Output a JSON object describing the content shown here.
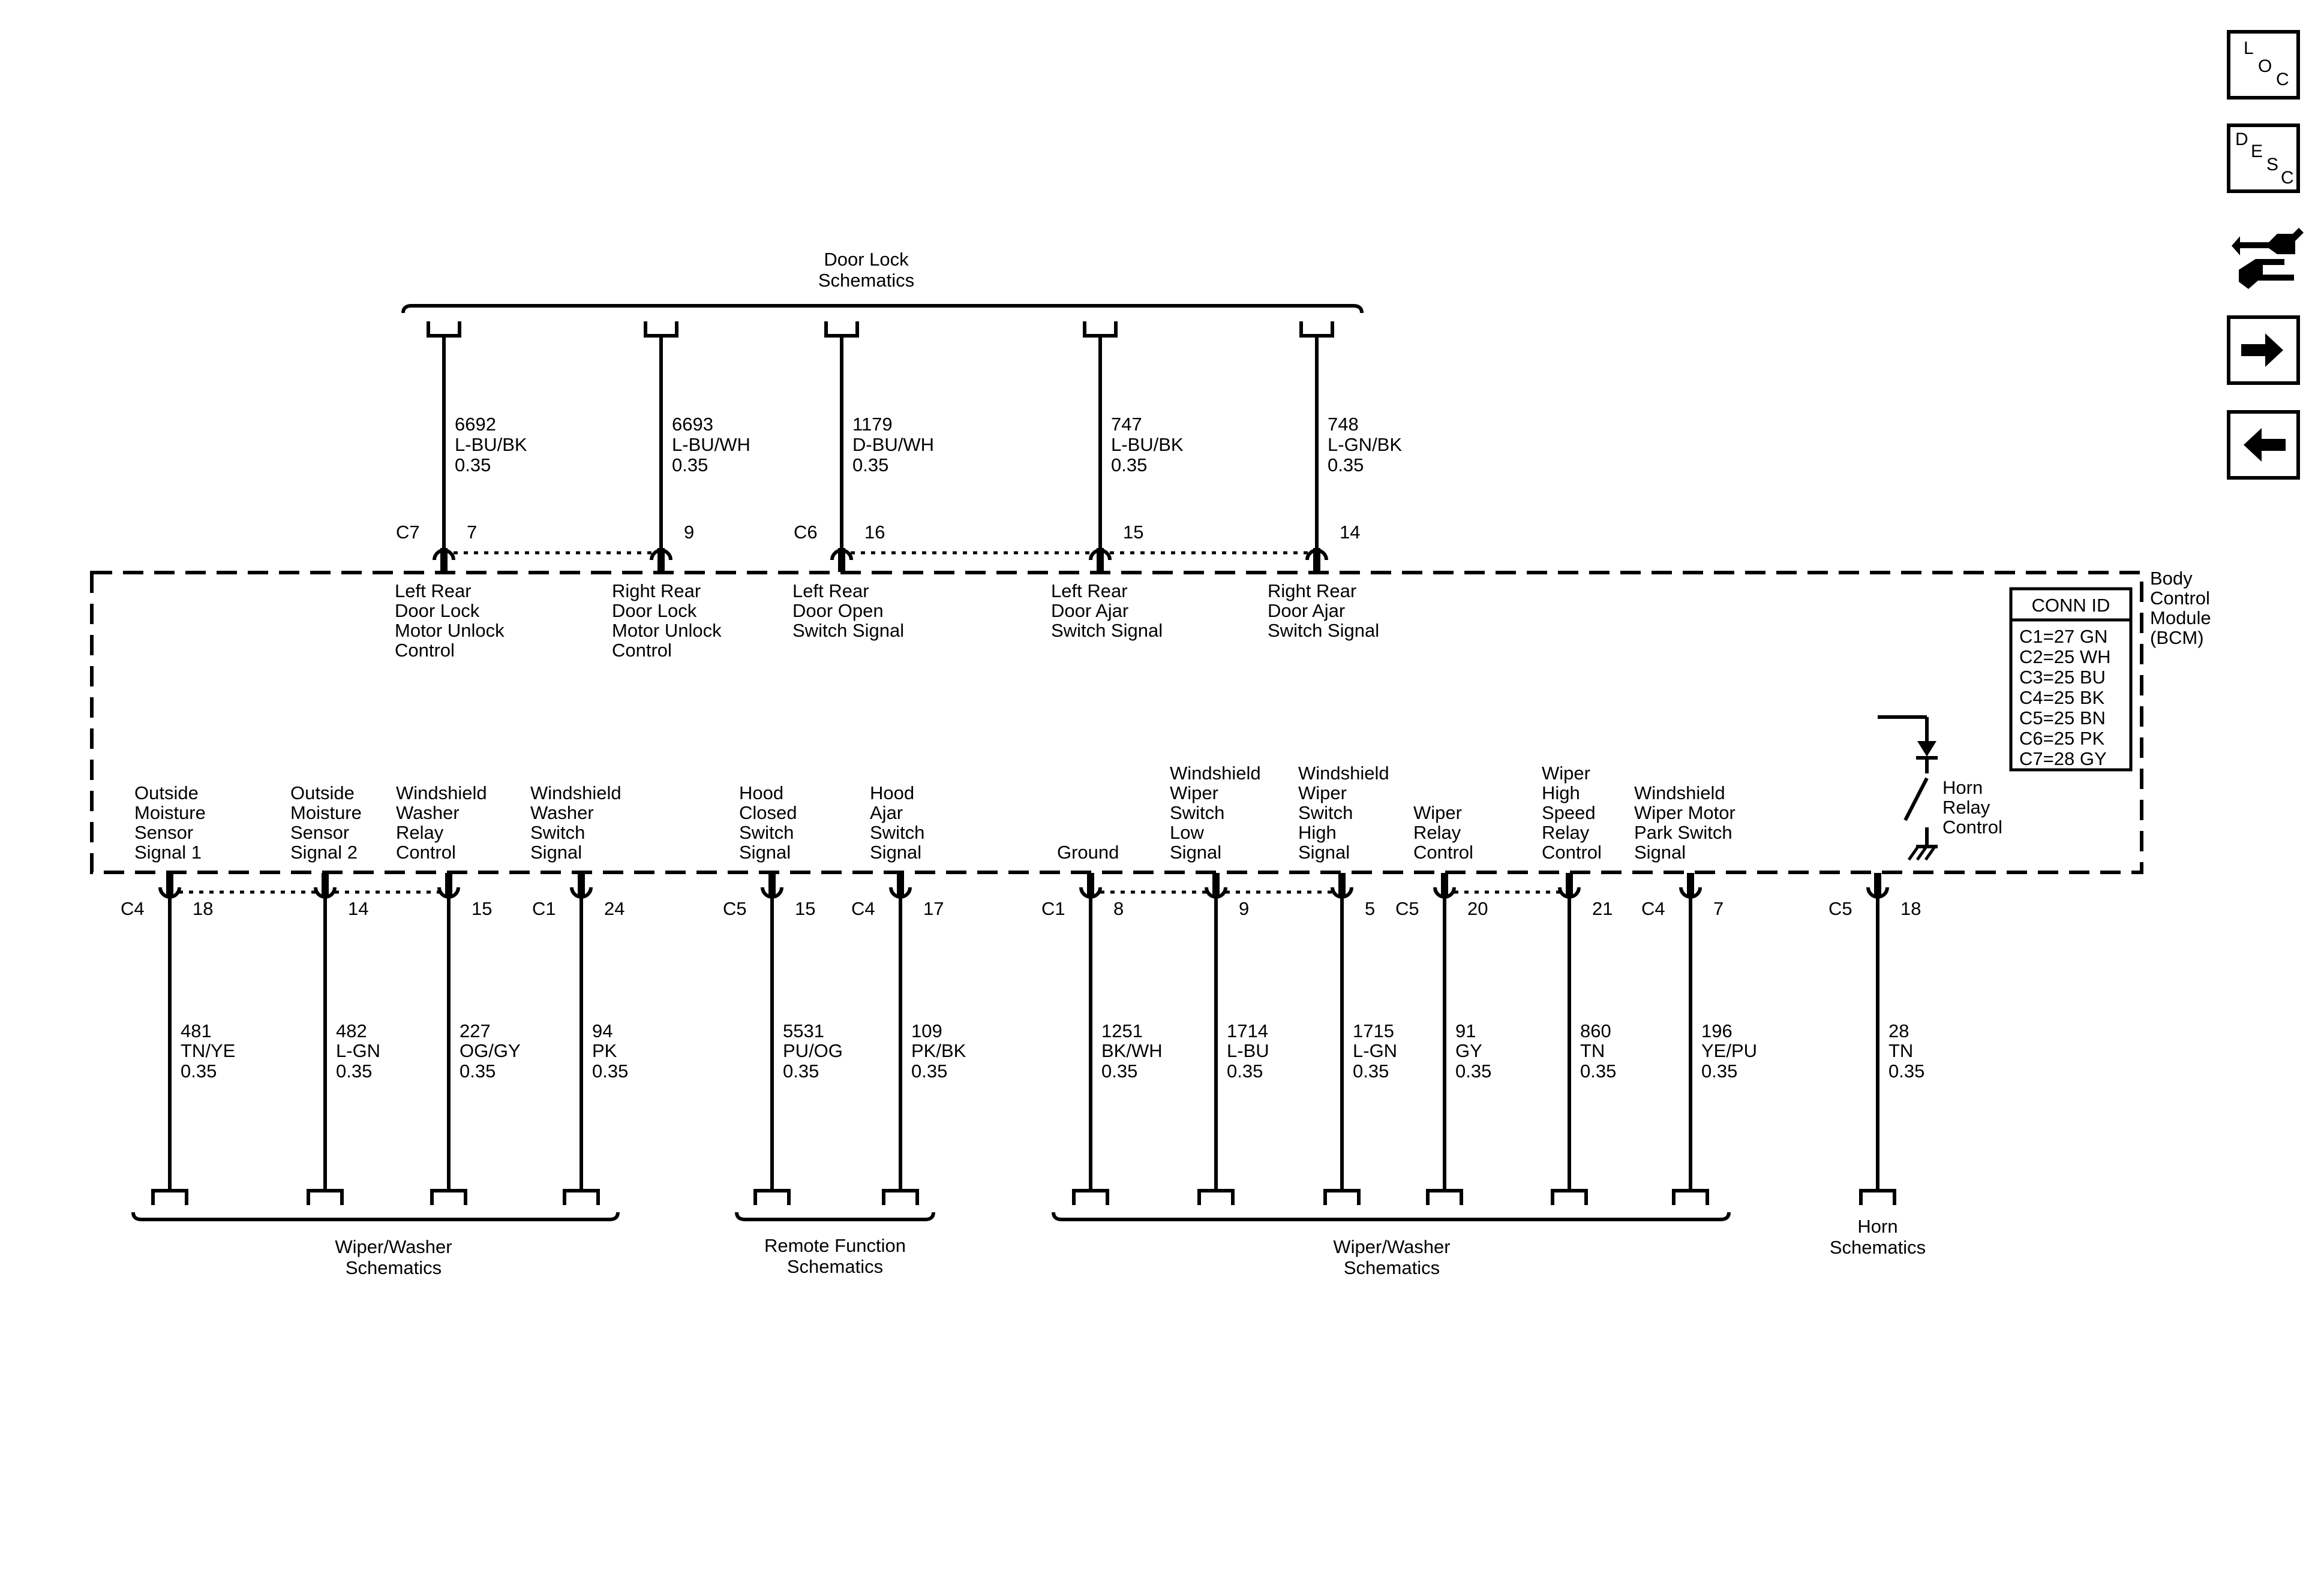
{
  "module": {
    "name_lines": [
      "Body",
      "Control",
      "Module",
      "(BCM)"
    ]
  },
  "conn_id": {
    "title": "CONN ID",
    "rows": [
      "C1=27 GN",
      "C2=25 WH",
      "C3=25 BU",
      "C4=25 BK",
      "C5=25 BN",
      "C6=25 PK",
      "C7=28 GY"
    ]
  },
  "nav": {
    "loc": {
      "l1": "L",
      "l2": "O",
      "l3": "C"
    },
    "desc": {
      "l1": "D",
      "l2": "E",
      "l3": "S",
      "l4": "C"
    },
    "icons": [
      "connector-icon",
      "next-arrow-icon",
      "back-arrow-icon"
    ]
  },
  "top_group": {
    "label_lines": [
      "Door Lock",
      "Schematics"
    ]
  },
  "top_pins": [
    {
      "conn": "C7",
      "pin": "7",
      "circuit": "6692",
      "color": "L-BU/BK",
      "size": "0.35",
      "label": [
        "Left Rear",
        "Door Lock",
        "Motor Unlock",
        "Control"
      ]
    },
    {
      "conn": "",
      "pin": "9",
      "circuit": "6693",
      "color": "L-BU/WH",
      "size": "0.35",
      "label": [
        "Right Rear",
        "Door Lock",
        "Motor Unlock",
        "Control"
      ]
    },
    {
      "conn": "C6",
      "pin": "16",
      "circuit": "1179",
      "color": "D-BU/WH",
      "size": "0.35",
      "label": [
        "Left Rear",
        "Door Open",
        "Switch Signal"
      ]
    },
    {
      "conn": "",
      "pin": "15",
      "circuit": "747",
      "color": "L-BU/BK",
      "size": "0.35",
      "label": [
        "Left Rear",
        "Door Ajar",
        "Switch Signal"
      ]
    },
    {
      "conn": "",
      "pin": "14",
      "circuit": "748",
      "color": "L-GN/BK",
      "size": "0.35",
      "label": [
        "Right Rear",
        "Door Ajar",
        "Switch Signal"
      ]
    }
  ],
  "bottom_pins": [
    {
      "conn": "C4",
      "pin": "18",
      "circuit": "481",
      "color": "TN/YE",
      "size": "0.35",
      "label": [
        "Outside",
        "Moisture",
        "Sensor",
        "Signal 1"
      ]
    },
    {
      "conn": "",
      "pin": "14",
      "circuit": "482",
      "color": "L-GN",
      "size": "0.35",
      "label": [
        "Outside",
        "Moisture",
        "Sensor",
        "Signal 2"
      ]
    },
    {
      "conn": "",
      "pin": "15",
      "circuit": "227",
      "color": "OG/GY",
      "size": "0.35",
      "label": [
        "Windshield",
        "Washer",
        "Relay",
        "Control"
      ]
    },
    {
      "conn": "C1",
      "pin": "24",
      "circuit": "94",
      "color": "PK",
      "size": "0.35",
      "label": [
        "Windshield",
        "Washer",
        "Switch",
        "Signal"
      ]
    },
    {
      "conn": "C5",
      "pin": "15",
      "circuit": "5531",
      "color": "PU/OG",
      "size": "0.35",
      "label": [
        "Hood",
        "Closed",
        "Switch",
        "Signal"
      ]
    },
    {
      "conn": "C4",
      "pin": "17",
      "circuit": "109",
      "color": "PK/BK",
      "size": "0.35",
      "label": [
        "Hood",
        "Ajar",
        "Switch",
        "Signal"
      ]
    },
    {
      "conn": "C1",
      "pin": "8",
      "circuit": "1251",
      "color": "BK/WH",
      "size": "0.35",
      "label": [
        "Ground"
      ]
    },
    {
      "conn": "",
      "pin": "9",
      "circuit": "1714",
      "color": "L-BU",
      "size": "0.35",
      "label": [
        "Windshield",
        "Wiper",
        "Switch",
        "Low",
        "Signal"
      ]
    },
    {
      "conn": "",
      "pin": "5",
      "circuit": "1715",
      "color": "L-GN",
      "size": "0.35",
      "label": [
        "Windshield",
        "Wiper",
        "Switch",
        "High",
        "Signal"
      ]
    },
    {
      "conn": "C5",
      "pin": "20",
      "circuit": "91",
      "color": "GY",
      "size": "0.35",
      "label": [
        "Wiper",
        "Relay",
        "Control"
      ]
    },
    {
      "conn": "",
      "pin": "21",
      "circuit": "860",
      "color": "TN",
      "size": "0.35",
      "label": [
        "Wiper",
        "High",
        "Speed",
        "Relay",
        "Control"
      ]
    },
    {
      "conn": "C4",
      "pin": "7",
      "circuit": "196",
      "color": "YE/PU",
      "size": "0.35",
      "label": [
        "Windshield",
        "Wiper Motor",
        "Park Switch",
        "Signal"
      ]
    },
    {
      "conn": "C5",
      "pin": "18",
      "circuit": "28",
      "color": "TN",
      "size": "0.35",
      "label": []
    }
  ],
  "horn_relay": {
    "label_lines": [
      "Horn",
      "Relay",
      "Control"
    ]
  },
  "bottom_groups": [
    {
      "label_lines": [
        "Wiper/Washer",
        "Schematics"
      ]
    },
    {
      "label_lines": [
        "Remote Function",
        "Schematics"
      ]
    },
    {
      "label_lines": [
        "Wiper/Washer",
        "Schematics"
      ]
    },
    {
      "label_lines": [
        "Horn",
        "Schematics"
      ]
    }
  ]
}
